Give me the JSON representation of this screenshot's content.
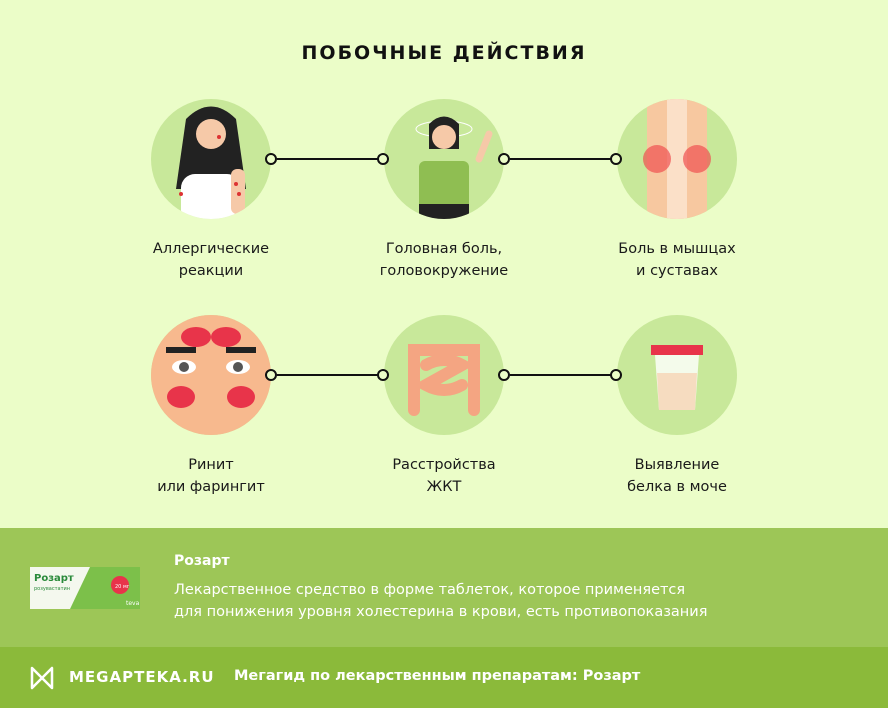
{
  "title": "ПОБОЧНЫЕ ДЕЙСТВИЯ",
  "effects": [
    {
      "line1": "Аллергические",
      "line2": "реакции",
      "icon": "woman-with-rash"
    },
    {
      "line1": "Головная боль,",
      "line2": "головокружение",
      "icon": "dizzy-woman"
    },
    {
      "line1": "Боль в мышцах",
      "line2": "и суставах",
      "icon": "knee-joint-pain"
    },
    {
      "line1": "Ринит",
      "line2": "или фарингит",
      "icon": "face-sinus-inflammation"
    },
    {
      "line1": "Расстройства",
      "line2": "ЖКТ",
      "icon": "intestines"
    },
    {
      "line1": "Выявление",
      "line2": "белка в моче",
      "icon": "urine-sample-cup"
    }
  ],
  "drug": {
    "name": "Розарт",
    "description_line1": "Лекарственное средство в форме таблеток, которое применяется",
    "description_line2": "для понижения уровня холестерина в крови, есть противопоказания",
    "pack_text": "Розарт",
    "pack_sub": "розувастатин",
    "pack_dose": "20 мг",
    "pack_maker": "teva"
  },
  "footer": {
    "brand": "MEGAPTEKA.RU",
    "guide": "Мегагид по лекарственным препаратам: Розарт"
  },
  "colors": {
    "background": "#ebfdc8",
    "circle": "#c8e89a",
    "band": "#9dc657",
    "footer": "#8bba3a"
  }
}
